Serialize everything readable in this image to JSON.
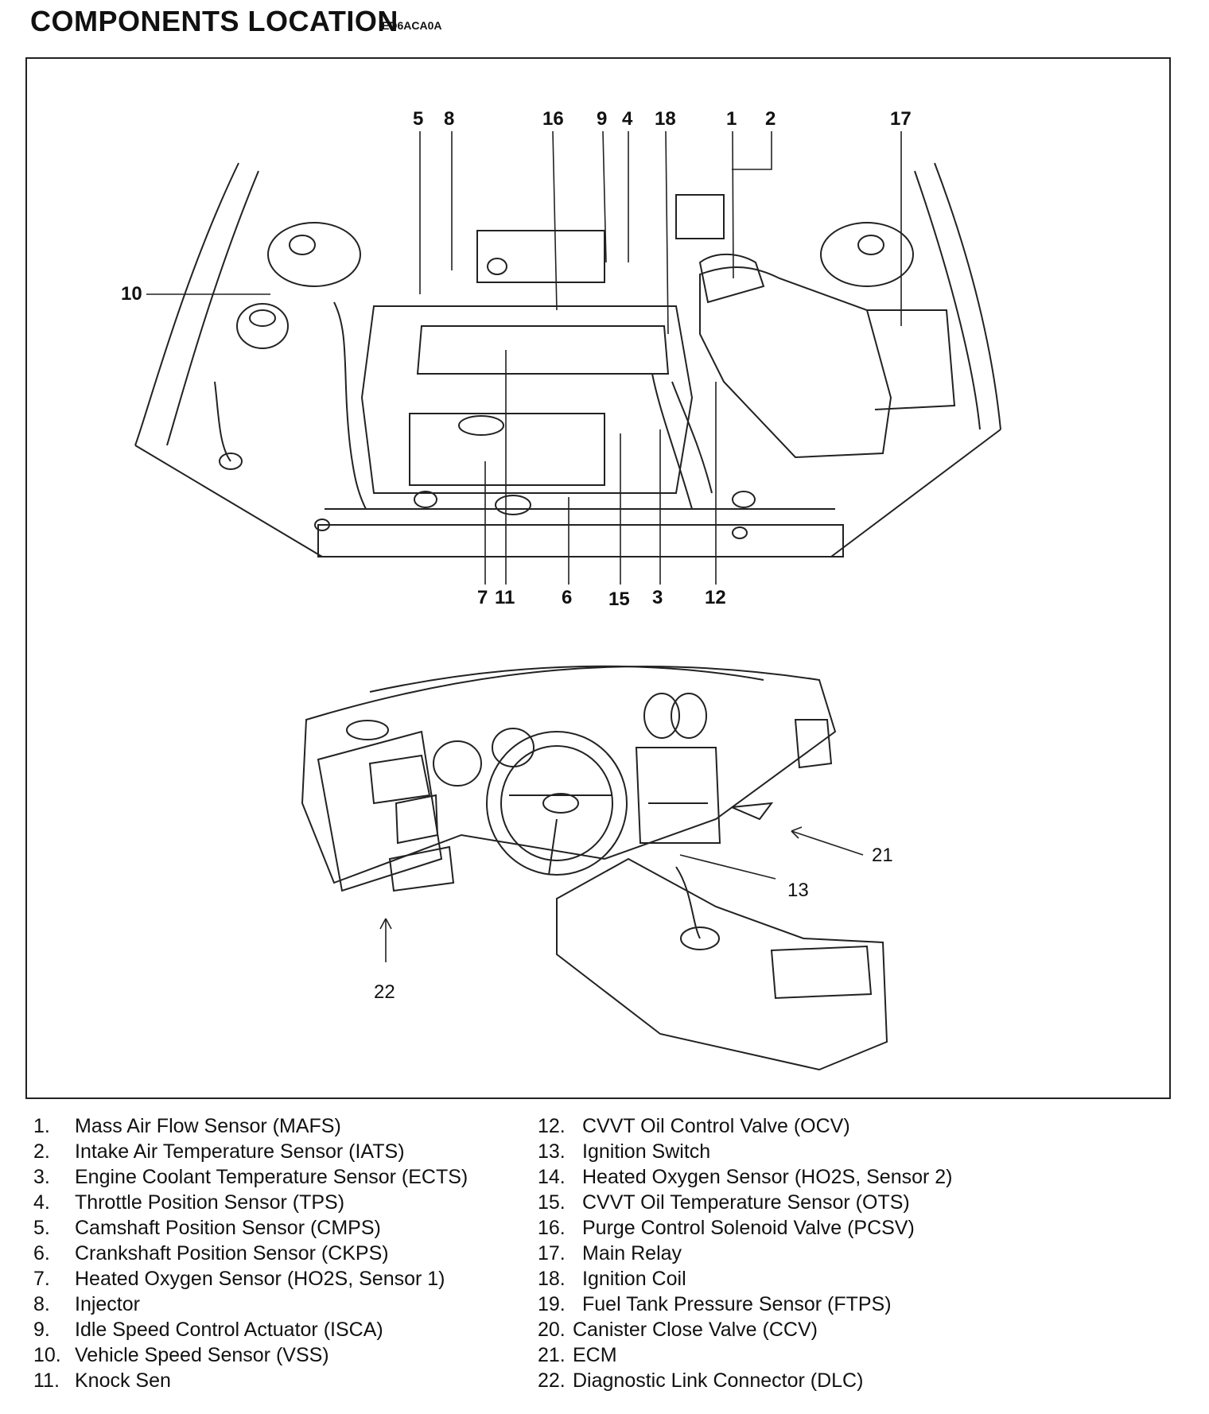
{
  "header": {
    "title": "COMPONENTS LOCATION",
    "code": "ED6ACA0A"
  },
  "callouts": {
    "engine": [
      "5",
      "8",
      "16",
      "9",
      "4",
      "18",
      "1",
      "2",
      "17",
      "10",
      "7",
      "11",
      "6",
      "15",
      "3",
      "12"
    ],
    "interior": [
      "21",
      "13",
      "22"
    ]
  },
  "legend": {
    "left": [
      {
        "num": "1.",
        "label": "Mass Air Flow Sensor (MAFS)"
      },
      {
        "num": "2.",
        "label": "Intake Air Temperature Sensor (IATS)"
      },
      {
        "num": "3.",
        "label": "Engine Coolant Temperature Sensor (ECTS)"
      },
      {
        "num": "4.",
        "label": "Throttle Position Sensor (TPS)"
      },
      {
        "num": "5.",
        "label": "Camshaft Position Sensor (CMPS)"
      },
      {
        "num": "6.",
        "label": "Crankshaft Position Sensor (CKPS)"
      },
      {
        "num": "7.",
        "label": "Heated Oxygen Sensor (HO2S, Sensor 1)"
      },
      {
        "num": "8.",
        "label": "Injector"
      },
      {
        "num": "9.",
        "label": "Idle Speed Control Actuator (ISCA)"
      },
      {
        "num": "10.",
        "label": "Vehicle Speed Sensor (VSS)"
      },
      {
        "num": "11.",
        "label": "Knock Sen"
      }
    ],
    "right": [
      {
        "num": "12.",
        "label": "CVVT Oil Control Valve (OCV)"
      },
      {
        "num": "13.",
        "label": "Ignition Switch"
      },
      {
        "num": "14.",
        "label": "Heated Oxygen Sensor (HO2S, Sensor 2)"
      },
      {
        "num": "15.",
        "label": "CVVT Oil Temperature Sensor (OTS)"
      },
      {
        "num": "16.",
        "label": "Purge Control Solenoid Valve (PCSV)"
      },
      {
        "num": "17.",
        "label": "Main Relay"
      },
      {
        "num": "18.",
        "label": "Ignition Coil"
      },
      {
        "num": "19.",
        "label": "Fuel Tank Pressure Sensor (FTPS)"
      },
      {
        "num": "20.",
        "label": "Canister Close Valve (CCV)"
      },
      {
        "num": "21.",
        "label": "ECM"
      },
      {
        "num": "22.",
        "label": "Diagnostic Link Connector (DLC)"
      }
    ]
  }
}
